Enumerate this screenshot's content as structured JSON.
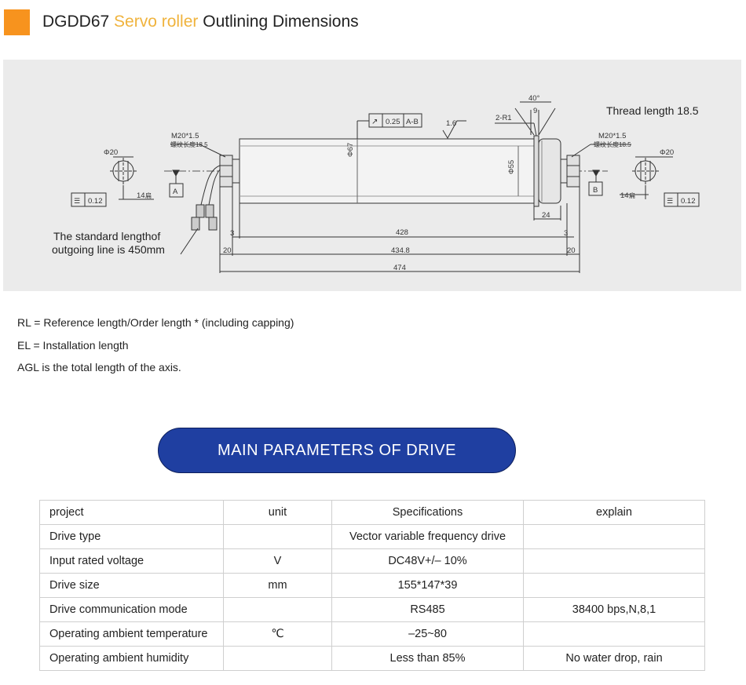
{
  "heading": {
    "prefix": "DGDD67 ",
    "highlight": "Servo roller",
    "suffix": " Outlining Dimensions"
  },
  "drawing": {
    "thread_note": "Thread length 18.5",
    "cable_note_line1": "The standard lengthof",
    "cable_note_line2": "outgoing line is 450mm",
    "dims": {
      "d20_left": "Φ20",
      "d20_right": "Φ20",
      "m20_left": "M20*1.5",
      "m20_left_sub": "螺纹长度18.5",
      "m20_right": "M20*1.5",
      "m20_right_sub": "螺纹长度18.5",
      "runout_tol": "0.25",
      "runout_ref": "A-B",
      "roughness": "1.6",
      "angle": "40°",
      "dim_2r1": "2-R1",
      "dim_9": "9",
      "dia67": "Φ67",
      "dia55": "Φ55",
      "dim_24": "24",
      "dim_3_left": "3",
      "dim_3_right": "3",
      "dim_428": "428",
      "dim_20_left": "20",
      "dim_20_right": "20",
      "dim_434": "434.8",
      "dim_474": "474",
      "flat_left": "14",
      "flat_left_sub": "扁",
      "flat_right": "14",
      "flat_right_sub": "扁",
      "flat_tol_left": "0.12",
      "flat_tol_right": "0.12",
      "datum_a": "A",
      "datum_b": "B"
    }
  },
  "definitions": [
    "RL = Reference length/Order length * (including capping)",
    "EL = Installation length",
    "AGL is the total length of the axis."
  ],
  "banner": "MAIN PARAMETERS OF DRIVE",
  "table": {
    "rows": [
      [
        "project",
        "unit",
        "Specifications",
        "explain"
      ],
      [
        "Drive type",
        "",
        "Vector variable frequency drive",
        ""
      ],
      [
        "Input rated voltage",
        "V",
        "DC48V+/– 10%",
        ""
      ],
      [
        "Drive size",
        "mm",
        "155*147*39",
        ""
      ],
      [
        "Drive communication mode",
        "",
        "RS485",
        "38400 bps,N,8,1"
      ],
      [
        "Operating ambient temperature",
        "℃",
        "–25~80",
        ""
      ],
      [
        "Operating ambient humidity",
        "",
        "Less than 85%",
        "No water drop, rain"
      ]
    ]
  }
}
